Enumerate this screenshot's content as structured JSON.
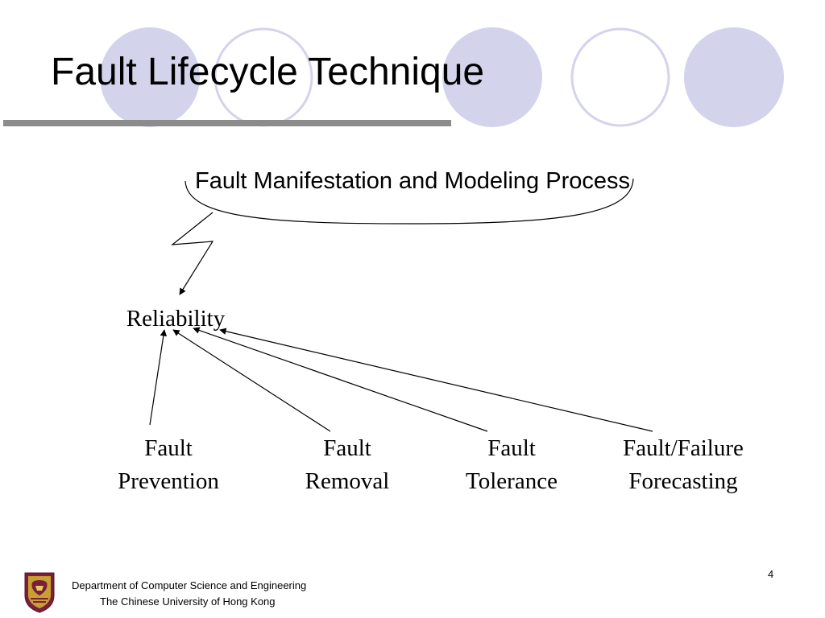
{
  "slide": {
    "title": "Fault Lifecycle Technique",
    "page_number": "4",
    "colors": {
      "circle_fill": "#d3d3ec",
      "circle_stroke": "#d3d3ec",
      "rule": "#8c8c8c",
      "text": "#000000"
    }
  },
  "diagram": {
    "process_label": "Fault Manifestation and Modeling Process",
    "target_label": "Reliability",
    "sources": [
      {
        "line1": "Fault",
        "line2": "Prevention"
      },
      {
        "line1": "Fault",
        "line2": "Removal"
      },
      {
        "line1": "Fault",
        "line2": "Tolerance"
      },
      {
        "line1": "Fault/Failure",
        "line2": "Forecasting"
      }
    ]
  },
  "footer": {
    "department": "Department of Computer Science and Engineering",
    "university": "The Chinese University of Hong Kong",
    "logo_icon": "university-crest-icon"
  }
}
